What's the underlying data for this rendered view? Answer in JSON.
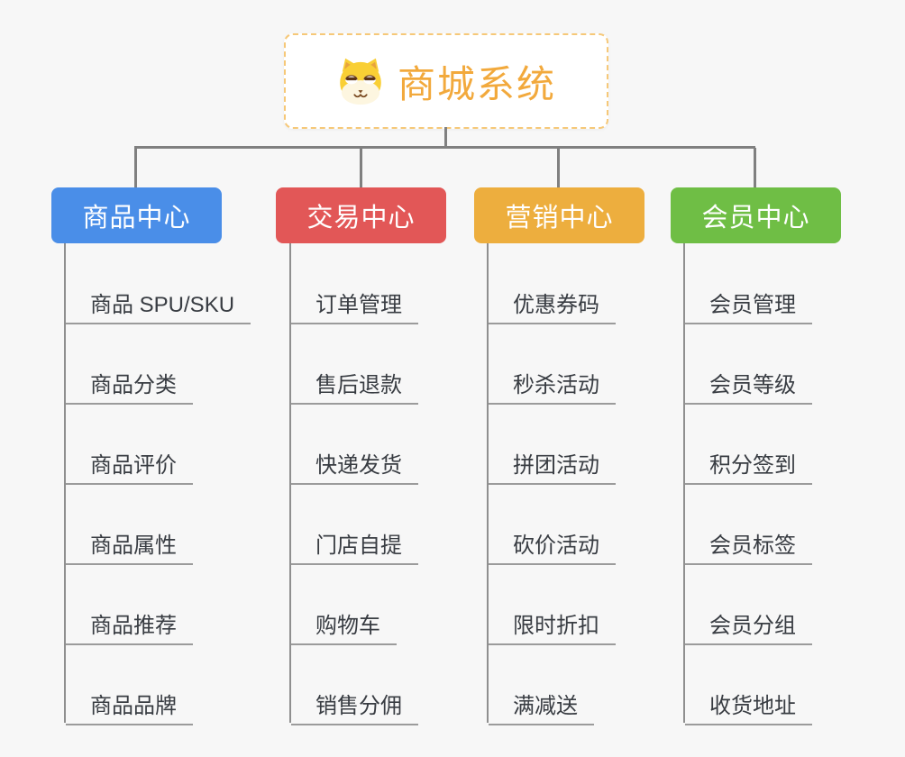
{
  "page": {
    "background": "#F7F7F7",
    "connector_color": "#808080",
    "underline_color": "#9B9B9B"
  },
  "root": {
    "title": "商城系统",
    "icon": "shiba-dog-icon",
    "title_color": "#F2A93C",
    "border_color": "#F6C878"
  },
  "branches": [
    {
      "label": "商品中心",
      "color": "#4A8EE8",
      "children": [
        "商品 SPU/SKU",
        "商品分类",
        "商品评价",
        "商品属性",
        "商品推荐",
        "商品品牌"
      ]
    },
    {
      "label": "交易中心",
      "color": "#E25757",
      "children": [
        "订单管理",
        "售后退款",
        "快递发货",
        "门店自提",
        "购物车",
        "销售分佣"
      ]
    },
    {
      "label": "营销中心",
      "color": "#EDAE3E",
      "children": [
        "优惠券码",
        "秒杀活动",
        "拼团活动",
        "砍价活动",
        "限时折扣",
        "满减送"
      ]
    },
    {
      "label": "会员中心",
      "color": "#6FBE45",
      "children": [
        "会员管理",
        "会员等级",
        "积分签到",
        "会员标签",
        "会员分组",
        "收货地址"
      ]
    }
  ]
}
